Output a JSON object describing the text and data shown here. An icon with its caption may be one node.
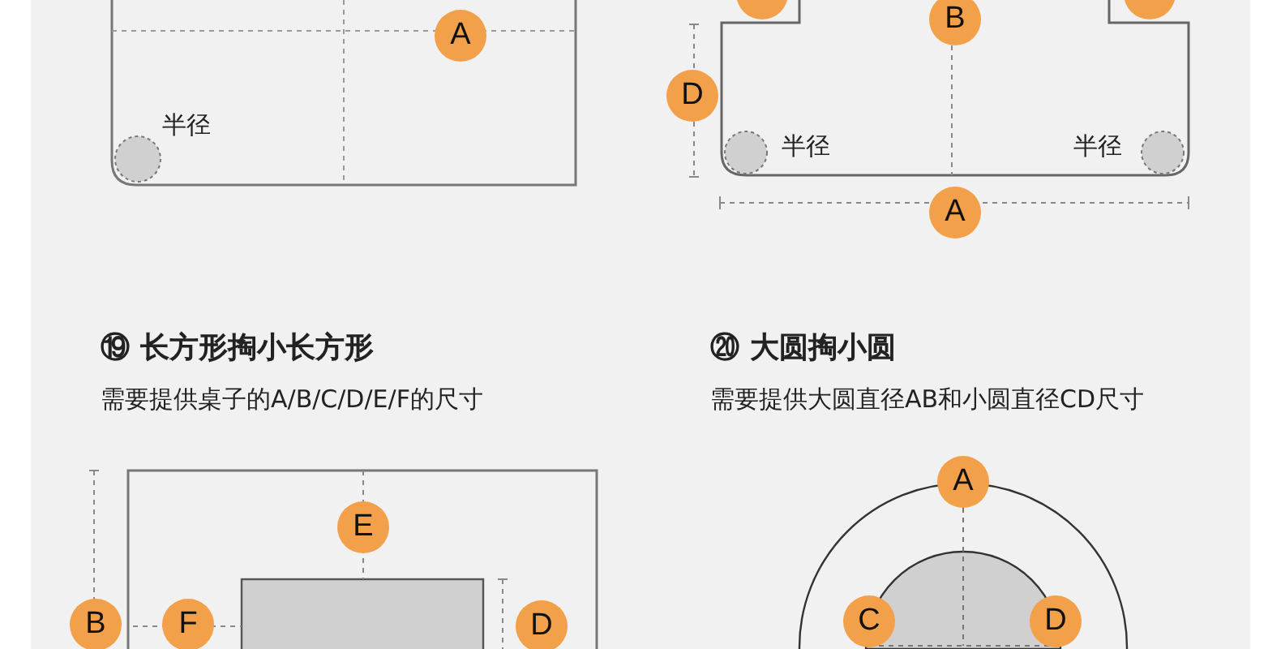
{
  "diagram": {
    "labels": [
      "A",
      "半径",
      "B",
      "D",
      "半径",
      "半径",
      "A",
      "⑲ 长方形掏小长方形",
      "⑳ 大圆掏小圆",
      "需要提供桌子的A/B/C/D/E/F的尺寸",
      "需要提供大圆直径AB和小圆直径CD尺寸",
      "E",
      "B",
      "F",
      "D",
      "A",
      "C",
      "D"
    ]
  }
}
